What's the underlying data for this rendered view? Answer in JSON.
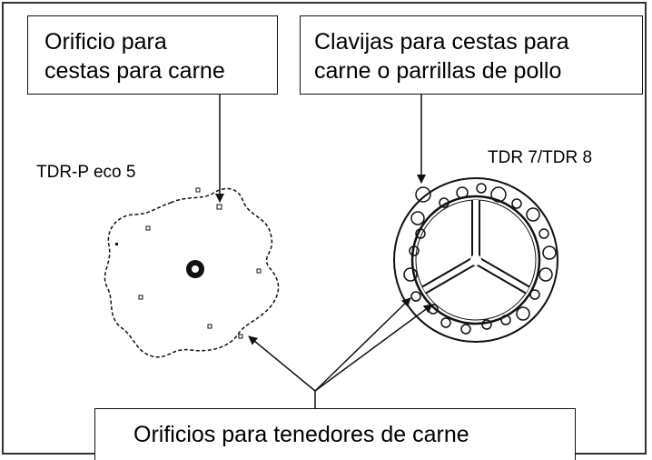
{
  "labels": {
    "meat_basket_hole": {
      "line1": "Orificio para",
      "line2": "cestas para carne"
    },
    "basket_pins": {
      "line1": "Clavijas para cestas para",
      "line2": "carne o parrillas de pollo"
    },
    "left_model": "TDR-P eco 5",
    "right_model": "TDR 7/TDR 8",
    "fork_holes": "Orificios para tenedores de carne"
  }
}
